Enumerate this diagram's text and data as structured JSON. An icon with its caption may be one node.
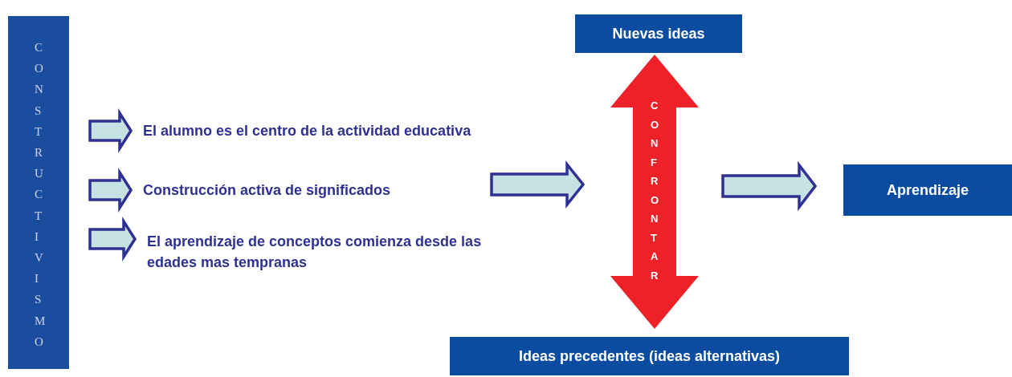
{
  "diagram": {
    "nodes": [
      {
        "text": [
          "CONSTRUCTIVISMO"
        ]
      },
      {
        "text": [
          "El alumno es el centro de la actividad educativa"
        ]
      },
      {
        "text": [
          "Construcción activa de significados"
        ]
      },
      {
        "text": [
          "El aprendizaje de conceptos comienza desde las edades mas tempranas"
        ]
      },
      {
        "text": [
          "Nuevas ideas"
        ]
      },
      {
        "text": [
          "Ideas precedentes (ideas alternativas)"
        ]
      },
      {
        "text": [
          "Aprendizaje"
        ]
      }
    ],
    "edges": [
      {
        "from": null,
        "to": 1,
        "arrow": "to"
      },
      {
        "from": null,
        "to": 2,
        "arrow": "to"
      },
      {
        "from": null,
        "to": 3,
        "arrow": "to"
      },
      {
        "from": 5,
        "to": 4,
        "arrow": "both",
        "label": "CONFRONTAR",
        "color": "#ee2128"
      },
      {
        "from": null,
        "to": 6,
        "arrow": "to"
      }
    ]
  }
}
